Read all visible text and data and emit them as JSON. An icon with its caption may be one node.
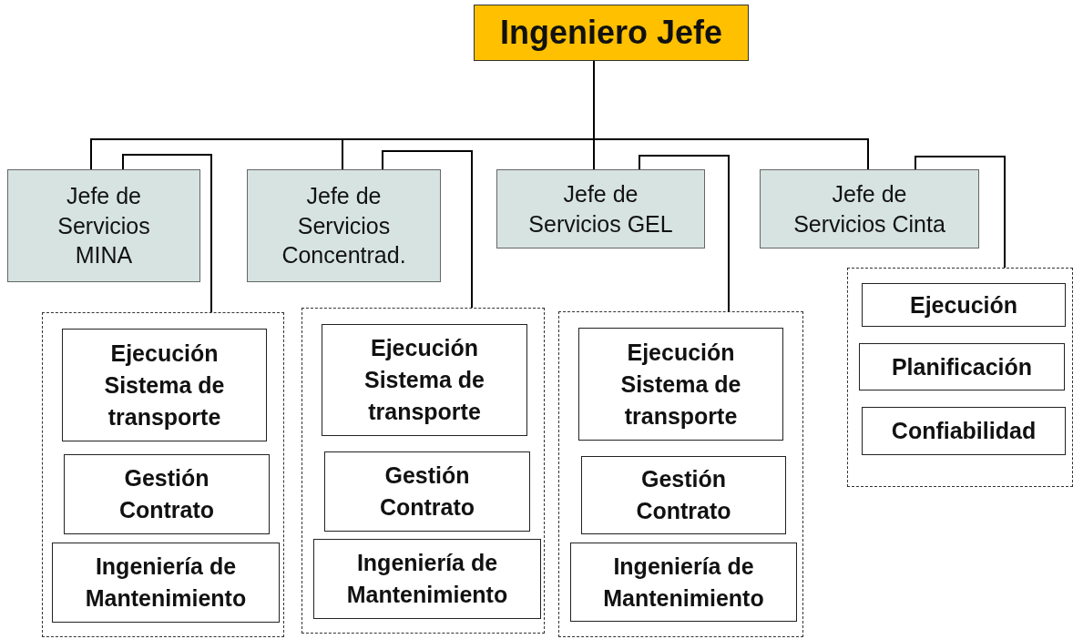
{
  "diagram": {
    "nodes": [
      {
        "text": [
          "Ingeniero Jefe"
        ]
      },
      {
        "text": [
          "Jefe de Servicios MINA"
        ]
      },
      {
        "text": [
          "Jefe de Servicios Concentrad."
        ]
      },
      {
        "text": [
          "Jefe de Servicios GEL"
        ]
      },
      {
        "text": [
          "Jefe de Servicios Cinta"
        ]
      },
      {
        "text": [],
        "shape": "box"
      },
      {
        "text": [
          "Ejecución Sistema de transporte"
        ],
        "in": 5
      },
      {
        "text": [
          "Gestión Contrato"
        ],
        "in": 5
      },
      {
        "text": [
          "Ingeniería de Mantenimiento"
        ],
        "in": 5
      },
      {
        "text": [],
        "shape": "box"
      },
      {
        "text": [
          "Ejecución Sistema de transporte"
        ],
        "in": 9
      },
      {
        "text": [
          "Gestión Contrato"
        ],
        "in": 9
      },
      {
        "text": [
          "Ingeniería de Mantenimiento"
        ],
        "in": 9
      },
      {
        "text": [],
        "shape": "box"
      },
      {
        "text": [
          "Ejecución Sistema de transporte"
        ],
        "in": 13
      },
      {
        "text": [
          "Gestión Contrato"
        ],
        "in": 13
      },
      {
        "text": [
          "Ingeniería de Mantenimiento"
        ],
        "in": 13
      },
      {
        "text": [],
        "shape": "box"
      },
      {
        "text": [
          "Ejecución"
        ],
        "in": 17
      },
      {
        "text": [
          "Planificación"
        ],
        "in": 17
      },
      {
        "text": [
          "Confiabilidad"
        ],
        "in": 17
      }
    ],
    "edges": [
      {
        "from": 0,
        "to": 1,
        "arrow": "none"
      },
      {
        "from": 0,
        "to": 2,
        "arrow": "none"
      },
      {
        "from": 0,
        "to": 3,
        "arrow": "none"
      },
      {
        "from": 0,
        "to": 4,
        "arrow": "none"
      },
      {
        "from": 1,
        "to": 5,
        "arrow": "none"
      },
      {
        "from": 2,
        "to": 9,
        "arrow": "none"
      },
      {
        "from": 3,
        "to": 13,
        "arrow": "none"
      },
      {
        "from": 4,
        "to": 17,
        "arrow": "none"
      }
    ]
  }
}
